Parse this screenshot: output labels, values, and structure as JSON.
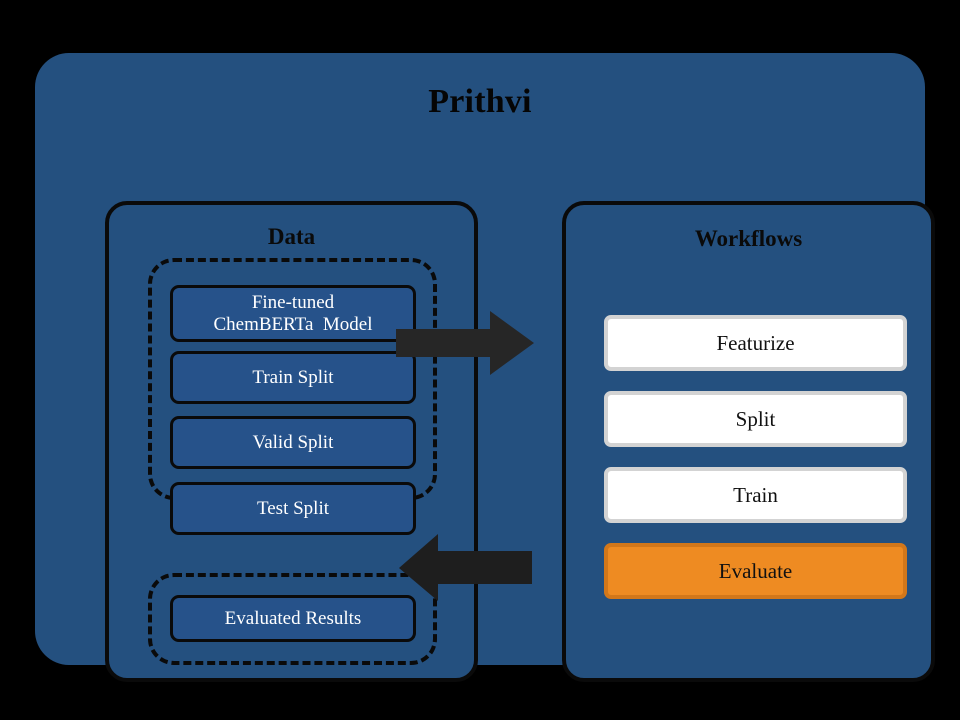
{
  "diagram": {
    "title": "Prithvi",
    "background_color": "#000000",
    "panel_color": "#24507F",
    "accent_color": "#EE8B22",
    "outline_color": "#0a0a0a",
    "text_on_panel_color": "#FFFFFF"
  },
  "data_panel": {
    "title": "Data",
    "dataset_group": {
      "items": [
        {
          "label": "Fine-tuned\nChemBERTa  Model"
        },
        {
          "label": "Train Split"
        },
        {
          "label": "Valid Split"
        },
        {
          "label": "Test Split"
        }
      ]
    },
    "results_group": {
      "items": [
        {
          "label": "Evaluated Results"
        }
      ]
    }
  },
  "workflows_panel": {
    "title": "Workflows",
    "steps": [
      {
        "label": "Featurize",
        "state": "plain"
      },
      {
        "label": "Split",
        "state": "plain"
      },
      {
        "label": "Train",
        "state": "plain"
      },
      {
        "label": "Evaluate",
        "state": "highlight"
      }
    ]
  },
  "arrows": [
    {
      "name": "data-to-workflows",
      "direction": "right",
      "color": "#262626"
    },
    {
      "name": "workflows-to-results",
      "direction": "left",
      "color": "#1e1e1e"
    }
  ]
}
